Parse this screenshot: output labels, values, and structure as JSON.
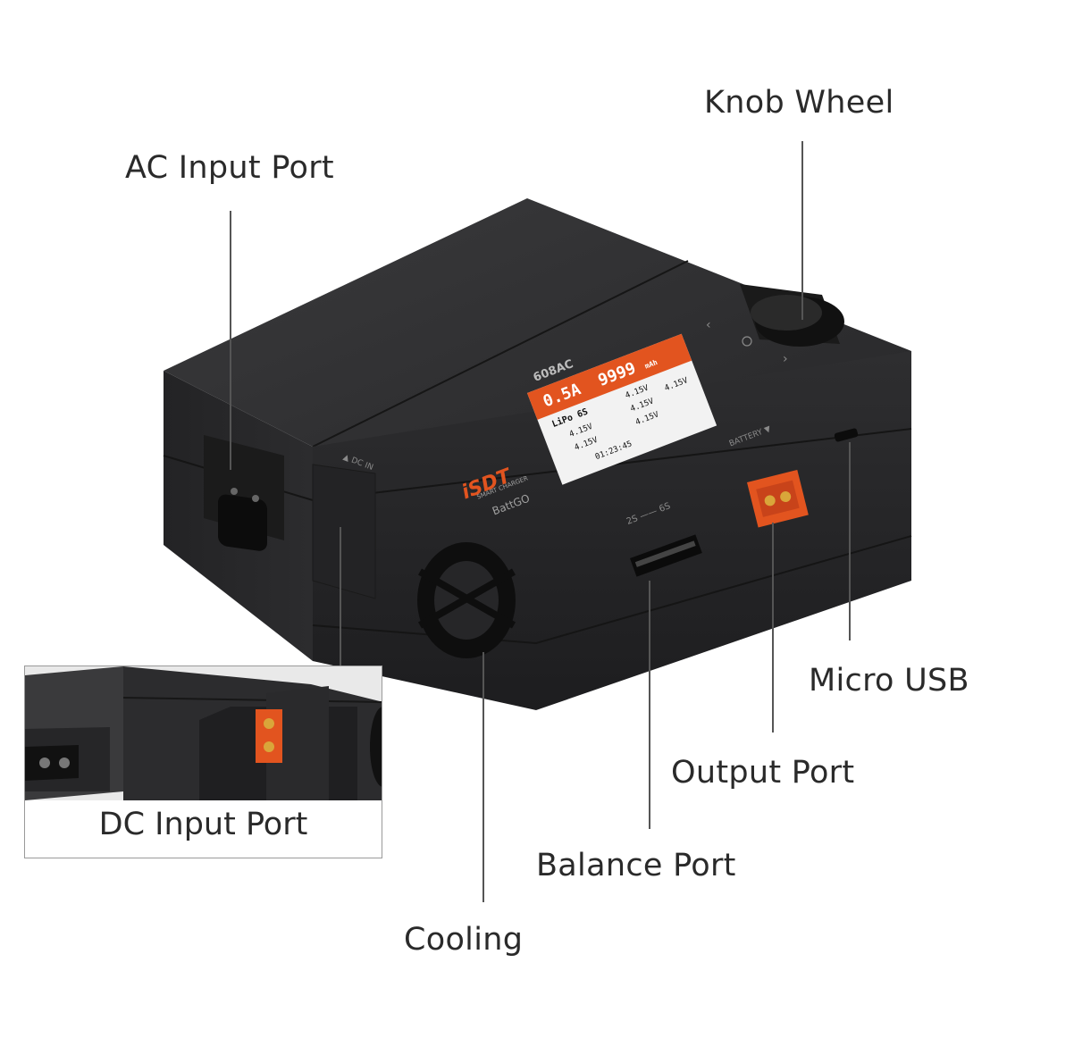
{
  "labels": {
    "knob_wheel": "Knob Wheel",
    "ac_input_port": "AC Input Port",
    "micro_usb": "Micro USB",
    "output_port": "Output Port",
    "dc_input_port": "DC Input Port",
    "balance_port": "Balance Port",
    "cooling": "Cooling"
  },
  "device": {
    "model": "608AC",
    "brand": "iSDT",
    "tagline": "SMART CHARGER",
    "series": "BattGO",
    "dc_in_marking": "▲ DC IN",
    "battery_marking": "BATTERY ▼",
    "balance_marking": "2S —— 6S",
    "screen": {
      "current": "0.5A",
      "capacity": "9999",
      "capacity_unit": "mAh",
      "battery_type": "LiPo 6S",
      "cells": [
        "4.15V",
        "4.15V",
        "4.15V",
        "4.15V",
        "4.15V",
        "4.15V"
      ],
      "time": "01:23:45"
    }
  },
  "colors": {
    "body": "#2b2b2d",
    "body_dark": "#1c1c1e",
    "accent_orange": "#e2541f",
    "screen_bg": "#f2f2f2",
    "leader_line": "#555555"
  }
}
